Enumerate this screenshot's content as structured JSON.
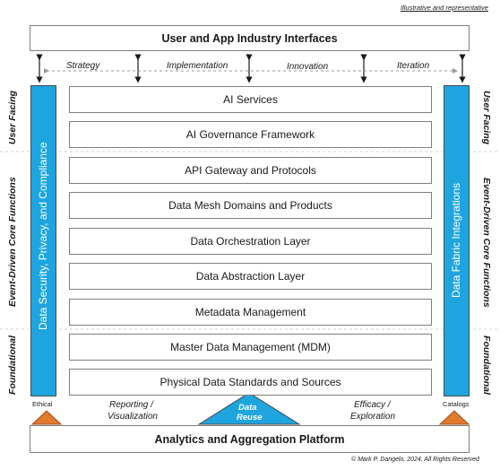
{
  "note": "Illustrative and representative",
  "top_bar": "User and App Industry Interfaces",
  "bottom_bar": "Analytics and Aggregation Platform",
  "themes": [
    "Strategy",
    "Implementation",
    "Innovation",
    "Iteration"
  ],
  "layers": [
    "AI Services",
    "AI Governance Framework",
    "API Gateway and Protocols",
    "Data Mesh Domains and Products",
    "Data Orchestration Layer",
    "Data Abstraction Layer",
    "Metadata Management",
    "Master Data Management (MDM)",
    "Physical Data Standards and Sources"
  ],
  "left_pillar": "Data Security, Privacy, and Compliance",
  "right_pillar": "Data Fabric Integrations",
  "side_labels": {
    "user_facing": "User Facing",
    "core": "Event-Driven Core Functions",
    "foundational": "Foundational"
  },
  "bottom_left_tag": "Ethical",
  "bottom_right_tag": "Catalogs",
  "reporting": [
    "Reporting /",
    "Visualization"
  ],
  "data_reuse": [
    "Data",
    "Reuse"
  ],
  "efficacy": [
    "Efficacy /",
    "Exploration"
  ],
  "copyright": "© Mark P. Dangelo, 2024, All Rights Reserved",
  "colors": {
    "pillar": "#1ea5e0",
    "triangle": "#e07a2f",
    "data_reuse": "#1ea5e0"
  }
}
